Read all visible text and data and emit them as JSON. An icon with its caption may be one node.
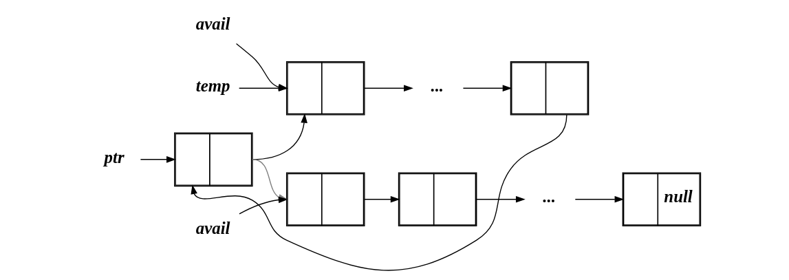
{
  "diagram": {
    "nodes": [
      {
        "text": [
          "avail"
        ]
      },
      {
        "text": [
          "ptr"
        ]
      },
      {
        "text": [],
        "shape": "box"
      },
      {
        "text": [],
        "shape": "box"
      },
      {
        "text": [
          "..."
        ]
      },
      {
        "text": [],
        "shape": "box"
      },
      {
        "text": [
          "temp"
        ]
      },
      {
        "text": [
          "avail"
        ]
      },
      {
        "text": [],
        "shape": "box"
      },
      {
        "text": [],
        "shape": "box"
      },
      {
        "text": [
          "..."
        ]
      },
      {
        "text": [
          "null"
        ]
      }
    ],
    "edges": [
      {
        "from": 0,
        "to": 3,
        "arrow": "to"
      },
      {
        "from": 1,
        "to": 2,
        "arrow": "to"
      },
      {
        "from": 2,
        "to": 3,
        "arrow": "to"
      },
      {
        "from": 3,
        "to": 4,
        "arrow": "to"
      },
      {
        "from": 4,
        "to": 5,
        "arrow": "to"
      },
      {
        "from": 5,
        "to": 2,
        "arrow": "to"
      },
      {
        "from": 6,
        "to": 3,
        "arrow": "to"
      },
      {
        "from": 2,
        "to": 8,
        "arrow": "to",
        "color": "#808080"
      },
      {
        "from": 7,
        "to": 8,
        "arrow": "to"
      },
      {
        "from": 8,
        "to": 9,
        "arrow": "to"
      },
      {
        "from": 9,
        "to": 10,
        "arrow": "to"
      },
      {
        "from": 10,
        "to": 11,
        "arrow": "to"
      }
    ]
  }
}
